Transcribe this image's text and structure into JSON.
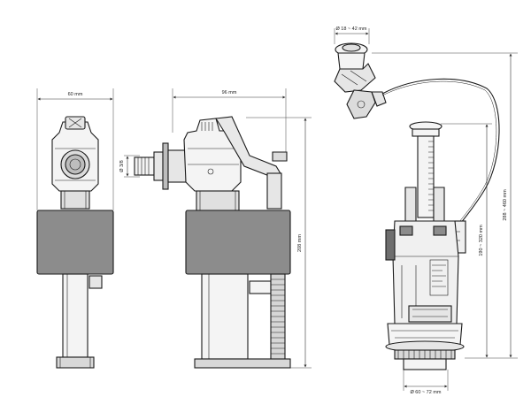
{
  "dimensions": {
    "inlet_valve_width": "60 mm",
    "inlet_valve_depth": "96 mm",
    "thread_size": "Ø 3/8",
    "inlet_valve_height": "208 mm",
    "button_diameter": "Ø 18 ~ 42 mm",
    "flush_valve_overall_height": "288 ~ 460 mm",
    "flush_valve_body_height": "190 ~ 320 mm",
    "flush_valve_base_diameter": "Ø 60 ~ 72 mm"
  },
  "colors": {
    "body_fill": "#8c8c8c",
    "body_dark": "#6e6e6e",
    "line": "#1a1a1a",
    "light_part": "#f2f2f2"
  }
}
